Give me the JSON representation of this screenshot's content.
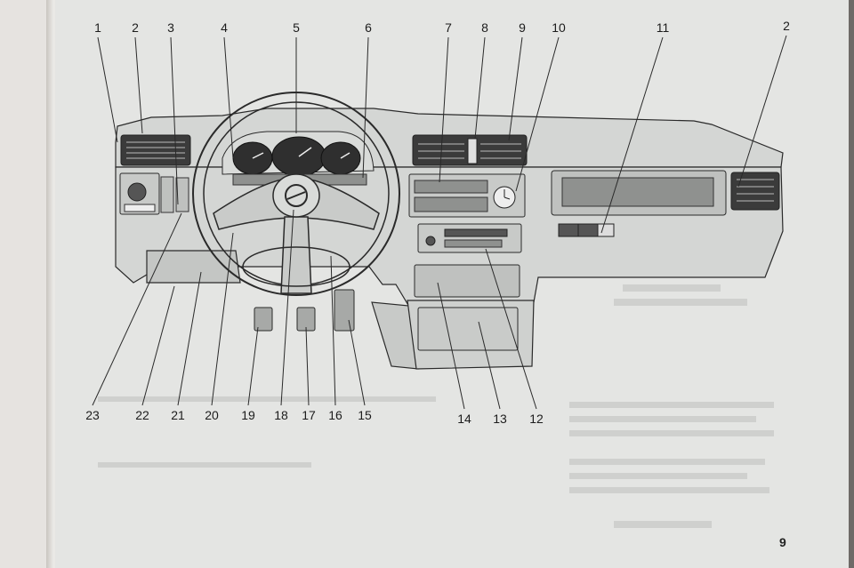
{
  "callouts_top": [
    "1",
    "2",
    "3",
    "4",
    "5",
    "6",
    "7",
    "8",
    "9",
    "10",
    "11",
    "2"
  ],
  "callouts_bottom": [
    "23",
    "22",
    "21",
    "20",
    "19",
    "18",
    "17",
    "16",
    "15",
    "14",
    "13",
    "12"
  ],
  "page_number": "9",
  "colors": {
    "page": "#e4e5e3",
    "panel": "#d4d6d4",
    "outline": "#2a2a2a",
    "dark": "#4a4a4a"
  }
}
